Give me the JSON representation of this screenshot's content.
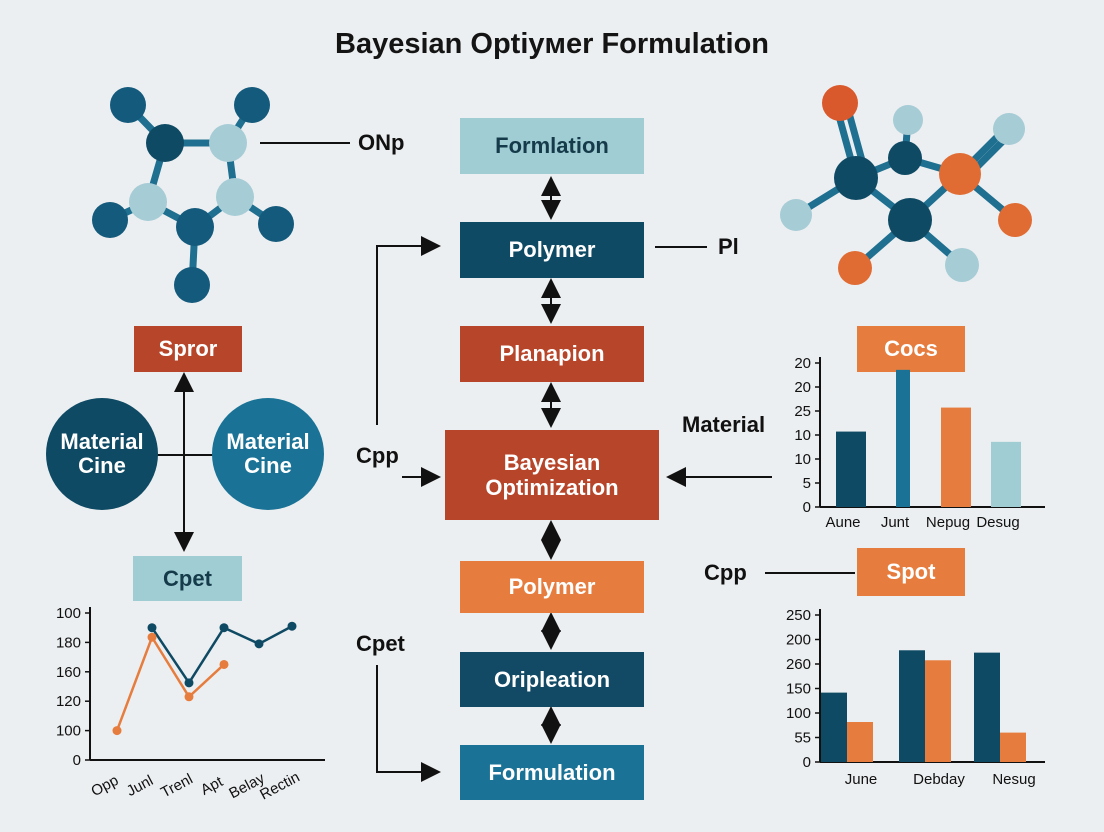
{
  "title": "Bayesian Optiyмer Formulation",
  "flow": {
    "boxes": [
      "Formlation",
      "Polymer",
      "Planapion",
      "Bayesian Optimization",
      "Polymer",
      "Oripleation",
      "Formulation"
    ],
    "side_labels": {
      "onp": "ONp",
      "pl": "Pl",
      "cpp": "Cpp",
      "cpet": "Cpet",
      "material": "Material",
      "cpp_right": "Cpp"
    }
  },
  "left": {
    "top_box": "Spror",
    "circle_left": "Material Cine",
    "circle_right": "Material Cine",
    "bottom_box": "Cpet"
  },
  "right": {
    "top_box": "Cocs",
    "spot_box": "Spot"
  },
  "colors": {
    "navy": "#0f4a64",
    "rust": "#b7452a",
    "orange": "#e67d3e",
    "light": "#9fcdd3",
    "teal": "#1a7396"
  },
  "chart_data": [
    {
      "type": "line",
      "categories": [
        "Opp",
        "Junl",
        "Trenl",
        "Apt",
        "Belay",
        "Rectin"
      ],
      "y_tick_labels": [
        "100",
        "180",
        "160",
        "120",
        "100",
        "0"
      ],
      "series": [
        {
          "color": "#0f4a64",
          "values": [
            null,
            180,
            105,
            180,
            158,
            182
          ]
        },
        {
          "color": "#e67d3e",
          "values": [
            40,
            167,
            86,
            130,
            null,
            null
          ]
        }
      ],
      "ylim": [
        0,
        200
      ]
    },
    {
      "type": "bar",
      "categories": [
        "Aune",
        "Junt",
        "Nepug",
        "Desug"
      ],
      "y_tick_labels": [
        "20",
        "20",
        "25",
        "10",
        "10",
        "5",
        "0"
      ],
      "values": [
        11,
        20,
        14.5,
        9.5
      ],
      "bar_colors": [
        "#0f4a64",
        "#1a7396",
        "#e67d3e",
        "#9fcdd3"
      ],
      "ylim": [
        0,
        21
      ]
    },
    {
      "type": "bar",
      "categories": [
        "June",
        "Debday",
        "Nesug"
      ],
      "y_tick_labels": [
        "250",
        "200",
        "260",
        "150",
        "100",
        "55",
        "0"
      ],
      "series": [
        {
          "color": "#0f4a64",
          "values": [
            118,
            190,
            186
          ]
        },
        {
          "color": "#e67d3e",
          "values": [
            68,
            173,
            50
          ]
        }
      ],
      "ylim": [
        0,
        250
      ]
    }
  ]
}
